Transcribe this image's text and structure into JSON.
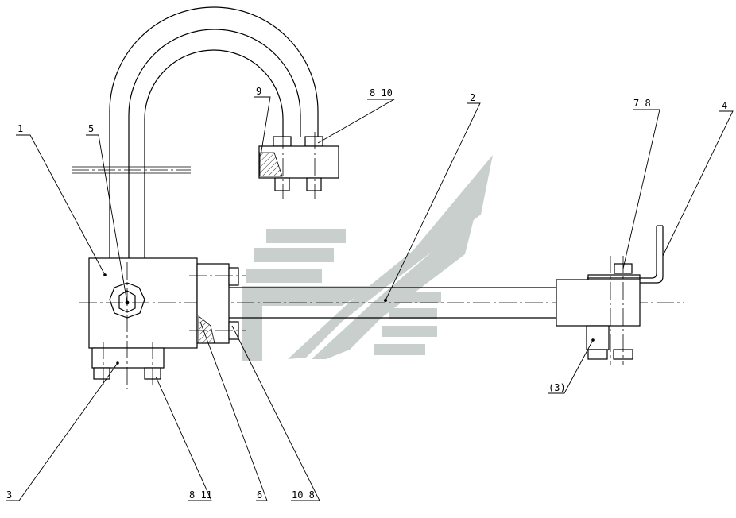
{
  "callouts": [
    {
      "id": "c1",
      "text": "1"
    },
    {
      "id": "c2",
      "text": "2"
    },
    {
      "id": "c3",
      "text": "3"
    },
    {
      "id": "c4",
      "text": "4"
    },
    {
      "id": "c5",
      "text": "5"
    },
    {
      "id": "c6",
      "text": "6"
    },
    {
      "id": "c7-8",
      "text": "7 8"
    },
    {
      "id": "c8-10",
      "text": "8 10"
    },
    {
      "id": "c8-11",
      "text": "8 11"
    },
    {
      "id": "c9",
      "text": "9"
    },
    {
      "id": "c10-8",
      "text": "10 8"
    },
    {
      "id": "c3b",
      "text": "(3)"
    }
  ]
}
